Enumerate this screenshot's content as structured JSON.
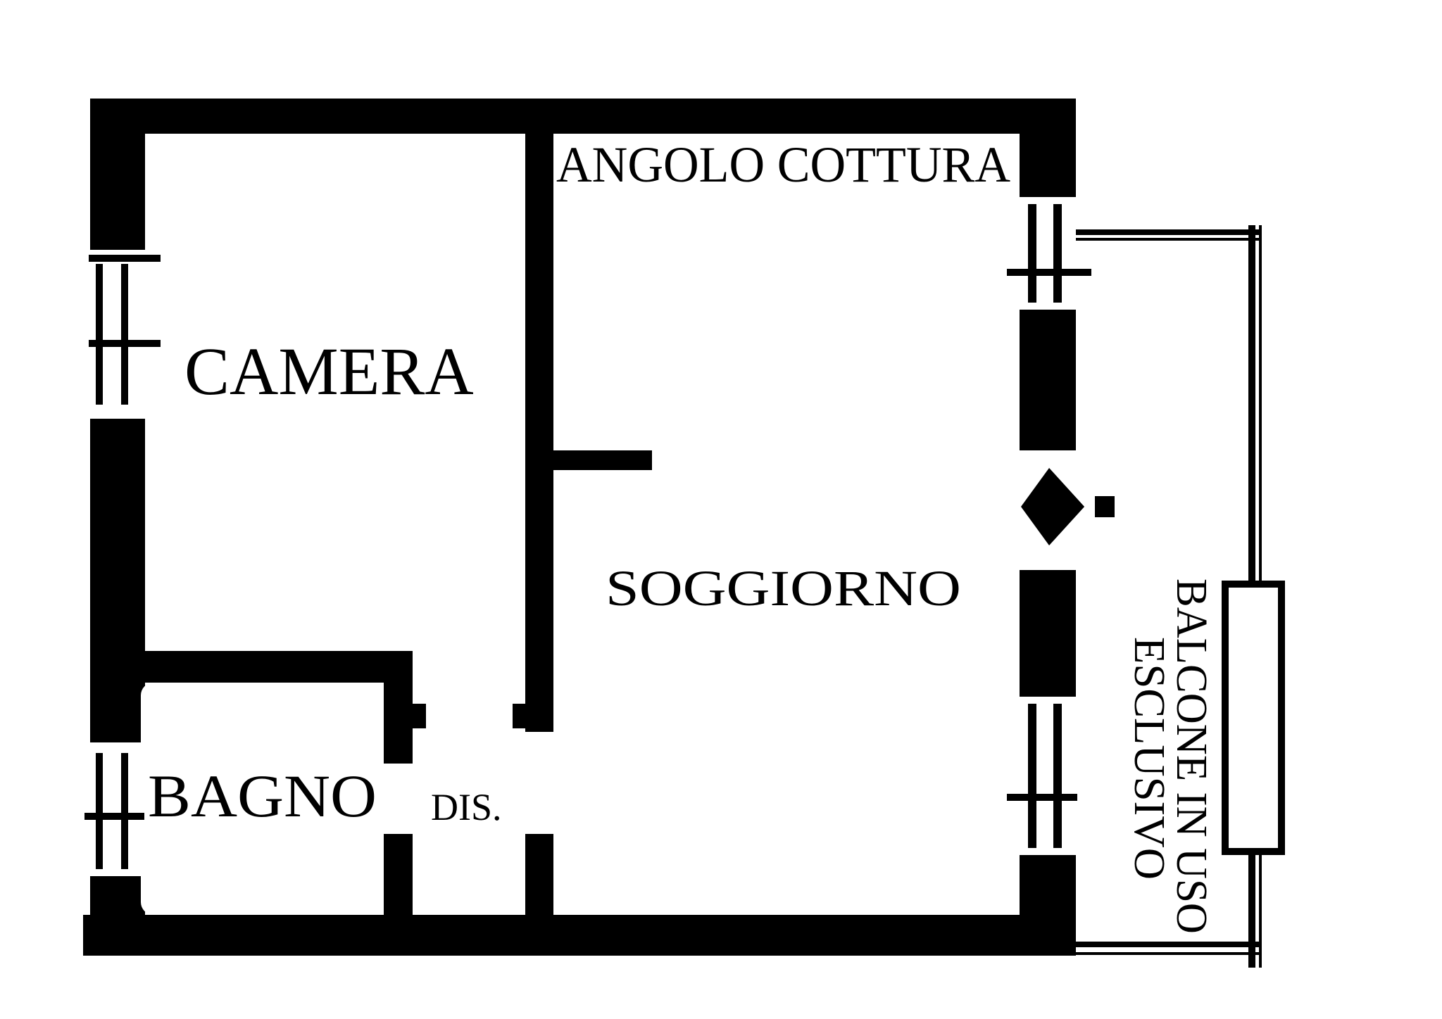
{
  "rooms": {
    "camera": "CAMERA",
    "angolo_cottura": "ANGOLO COTTURA",
    "soggiorno": "SOGGIORNO",
    "bagno": "BAGNO",
    "disimpegno": "DIS.",
    "balcone_line1": "BALCONE IN USO",
    "balcone_line2": "ESCLUSIVO"
  },
  "colors": {
    "wall": "#000000",
    "background": "#ffffff"
  },
  "icons": {
    "entrance": "entrance-arrow-icon"
  }
}
